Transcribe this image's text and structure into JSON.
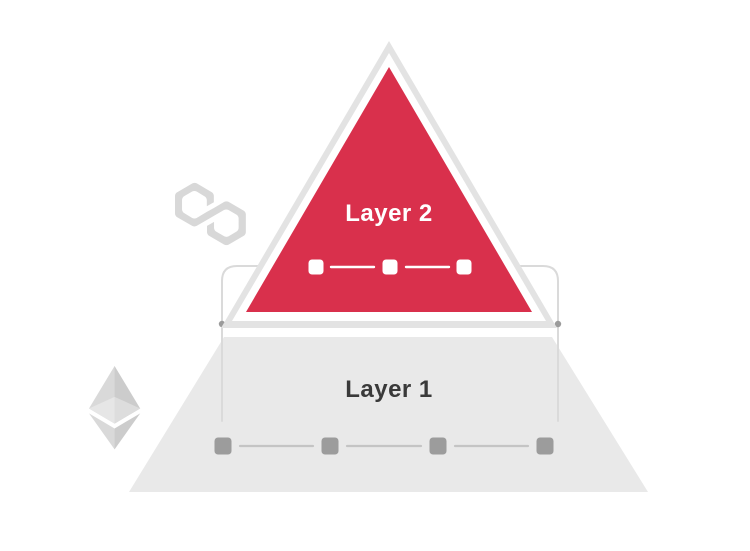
{
  "diagram": {
    "layer2": {
      "label": "Layer 2",
      "fill": "#D9304C",
      "label_color": "#FFFFFF",
      "block_count": 3,
      "block_color": "#FFFFFF"
    },
    "layer1": {
      "label": "Layer 1",
      "fill": "#E9E9E9",
      "label_color": "#3A3A3A",
      "block_count": 4,
      "block_color": "#9C9C9C",
      "link_color": "#C4C4C4"
    },
    "connector": {
      "color": "#DADADA",
      "dot_color": "#9B9B9B"
    },
    "icons": {
      "polygon": "polygon-logo-icon",
      "ethereum": "ethereum-logo-icon"
    },
    "colors": {
      "background": "#FFFFFF",
      "triangle_border": "#E3E3E3"
    }
  }
}
